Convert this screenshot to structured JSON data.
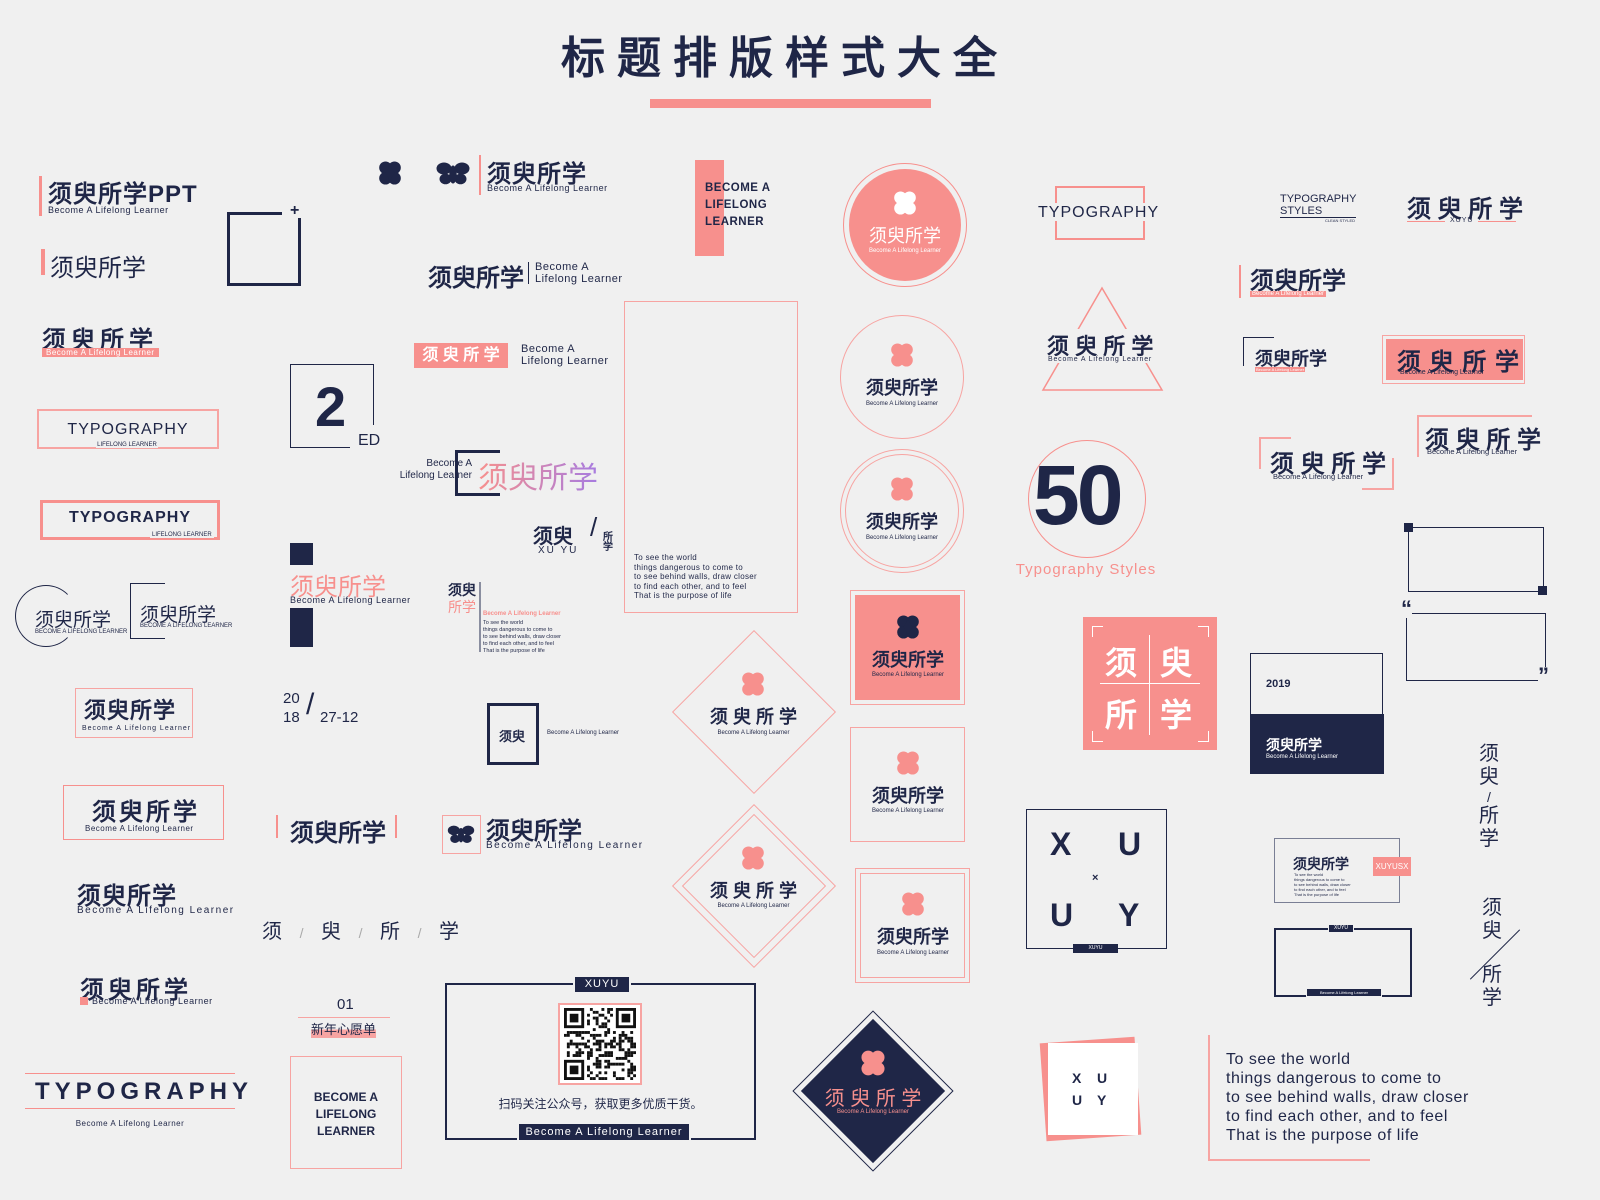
{
  "title": "标题排版样式大全",
  "brand": "须臾所学",
  "brand_spaced": "须 臾 所 学",
  "brand_ppt": "须臾所学PPT",
  "tagline": "Become A Lifelong Learner",
  "tagline_upper": "BECOME A LIFELONG LEARNER",
  "tagline_split": [
    "Become A",
    "Lifelong Learner"
  ],
  "typography": "TYPOGRAPHY",
  "lifelong_upper": "LIFELONG LEARNER",
  "become_lines": [
    "BECOME A",
    "LIFELONG",
    "LEARNER"
  ],
  "poem": [
    "To see the world",
    "things dangerous to come to",
    "to see behind walls, draw closer",
    "to find each other, and to feel",
    "That is the purpose of life"
  ],
  "chars": [
    "须",
    "臾",
    "所",
    "学"
  ],
  "xuyu_top": "须臾",
  "xuyu_bottom": "所学",
  "xuyu": "XUYU",
  "xu_yu": "XU YU",
  "xuyu_letters": [
    "X",
    "U",
    "U",
    "Y"
  ],
  "times": "×",
  "slash": "/",
  "num2": "2",
  "ed": "ED",
  "date": {
    "year_top": "20",
    "year_bottom": "18",
    "md": "27-12"
  },
  "fifty": "50",
  "typo_styles": "Typography Styles",
  "typo_styles_lines": [
    "TYPOGRAPHY",
    "STYLES"
  ],
  "clean_styled": "CLEAN STYLED",
  "year": "2019",
  "xuyusx": "XUYUSX",
  "wish": {
    "num": "01",
    "title": "新年心愿单"
  },
  "qr_caption": "扫码关注公众号，获取更多优质干货。",
  "quote_open": "“",
  "quote_close": "”",
  "plus": "+",
  "colors": {
    "navy": "#1f2647",
    "coral": "#f7908d",
    "background": "#f0f0f0"
  }
}
